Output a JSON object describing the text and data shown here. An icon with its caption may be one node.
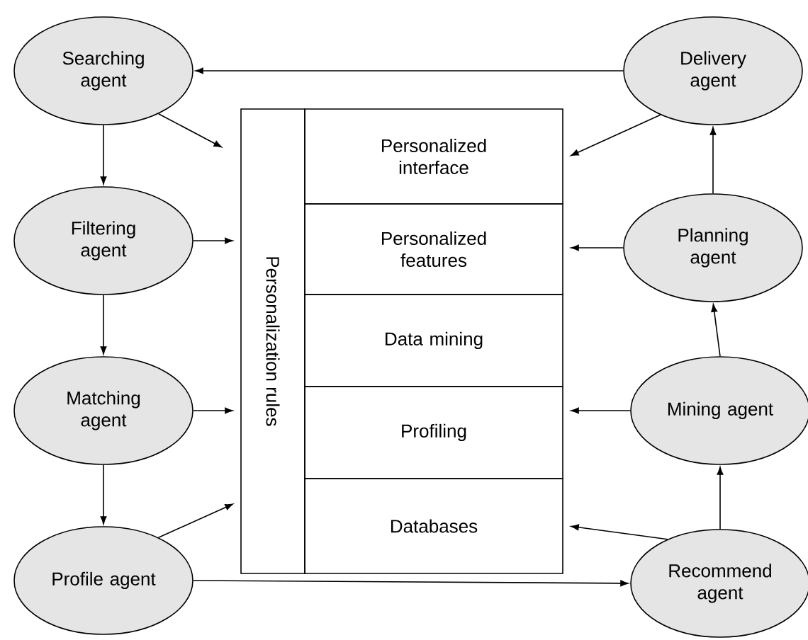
{
  "diagram": {
    "nodes": [
      {
        "text": [
          "Searching agent"
        ]
      },
      {
        "text": [
          "Filtering agent"
        ]
      },
      {
        "text": [
          "Matching agent"
        ]
      },
      {
        "text": [
          "Profile agent"
        ]
      },
      {
        "text": [
          "Delivery agent"
        ]
      },
      {
        "text": [
          "Planning agent"
        ]
      },
      {
        "text": [
          "Mining agent"
        ]
      },
      {
        "text": [
          "Recommend agent"
        ]
      },
      {
        "text": [
          "Personalization rules"
        ]
      },
      {
        "text": [
          "Personalized interface"
        ]
      },
      {
        "text": [
          "Personalized features"
        ]
      },
      {
        "text": [
          "Data mining"
        ]
      },
      {
        "text": [
          "Profiling"
        ]
      },
      {
        "text": [
          "Databases"
        ]
      }
    ],
    "edges": [
      {
        "from": 4,
        "to": 0,
        "arrow": "to"
      },
      {
        "from": 0,
        "to": 1,
        "arrow": "to"
      },
      {
        "from": 1,
        "to": 2,
        "arrow": "to"
      },
      {
        "from": 2,
        "to": 3,
        "arrow": "to"
      },
      {
        "from": 0,
        "to": 8,
        "arrow": "to"
      },
      {
        "from": 1,
        "to": 8,
        "arrow": "to"
      },
      {
        "from": 2,
        "to": 8,
        "arrow": "to"
      },
      {
        "from": 3,
        "to": 8,
        "arrow": "to"
      },
      {
        "from": 3,
        "to": 7,
        "arrow": "to"
      },
      {
        "from": 4,
        "to": 9,
        "arrow": "to"
      },
      {
        "from": 5,
        "to": 4,
        "arrow": "to"
      },
      {
        "from": 5,
        "to": 10,
        "arrow": "to"
      },
      {
        "from": 6,
        "to": 5,
        "arrow": "to"
      },
      {
        "from": 6,
        "to": 12,
        "arrow": "to"
      },
      {
        "from": 7,
        "to": 6,
        "arrow": "to"
      },
      {
        "from": 7,
        "to": 13,
        "arrow": "to"
      }
    ]
  }
}
